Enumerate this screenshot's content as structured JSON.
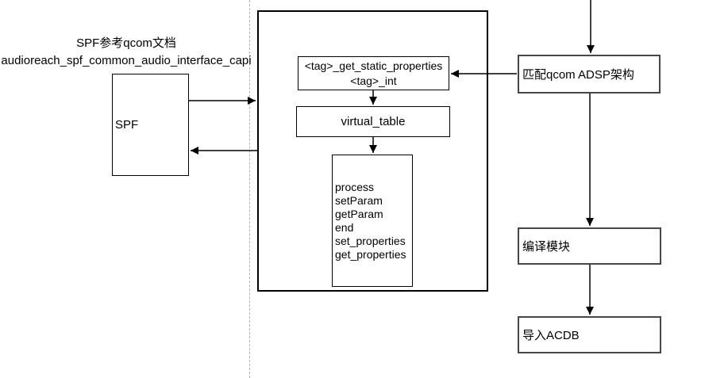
{
  "diagram": {
    "side_note": {
      "line1": "SPF参考qcom文档",
      "line2": "audioreach_spf_common_audio_interface_capi"
    },
    "nodes": {
      "spf": {
        "label": "SPF"
      },
      "capi_entry": {
        "line1": "<tag>_get_static_properties",
        "line2": "<tag>_int"
      },
      "virtual_table": {
        "label": "virtual_table"
      },
      "vtable_methods": {
        "lines": [
          "process",
          "setParam",
          "getParam",
          "end",
          "set_properties",
          "get_properties"
        ]
      },
      "match_adsp": {
        "label": "匹配qcom ADSP架构"
      },
      "compile_module": {
        "label": "编译模块"
      },
      "import_acdb": {
        "label": "导入ACDB"
      }
    },
    "colors": {
      "line": "#000000",
      "box_border": "#000000",
      "right_box_border": "#474747",
      "dashed_divider": "#b3b3b3",
      "canvas_bg": "#ffffff"
    }
  }
}
